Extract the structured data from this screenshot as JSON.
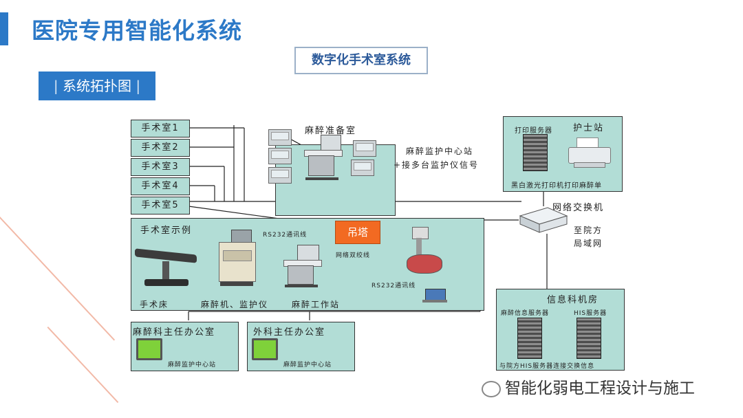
{
  "header": {
    "title": "医院专用智能化系统",
    "subtitle": "数字化手术室系统",
    "section_label": "系统拓扑图"
  },
  "rooms": [
    "手术室1",
    "手术室2",
    "手术室3",
    "手术室4",
    "手术室5"
  ],
  "anesthesia_prep": {
    "title": "麻醉准备室",
    "note_line1": "麻醉监护中心站",
    "note_line2": "+接多台监护仪信号"
  },
  "nurse_station": {
    "title": "护士站",
    "print_server": "打印服务器",
    "caption": "黑白激光打印机打印麻醉单"
  },
  "network": {
    "switch_label": "网络交换机",
    "lan_line1": "至院方",
    "lan_line2": "局域网"
  },
  "or_example": {
    "title": "手术室示例",
    "rs232_top": "RS232通讯线",
    "rs232_bottom": "RS232通讯线",
    "twisted_pair": "网络双绞线",
    "pendant": "吊塔",
    "bed": "手术床",
    "anesthesia_monitor": "麻醉机、监护仪",
    "workstation": "麻醉工作站"
  },
  "offices": [
    {
      "title": "麻醉科主任办公室",
      "caption": "麻醉监护中心站"
    },
    {
      "title": "外科主任办公室",
      "caption": "麻醉监护中心站"
    }
  ],
  "it_room": {
    "title": "信息科机房",
    "server_left": "麻醉信息服务器",
    "server_right": "HIS服务器",
    "caption": "与院方HIS服务器连接交换信息"
  },
  "footer": {
    "watermark": "智能化弱电工程设计与施工"
  }
}
